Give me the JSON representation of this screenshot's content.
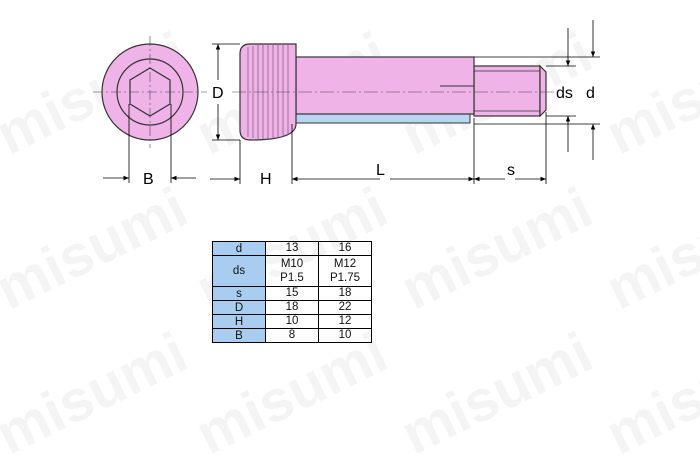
{
  "watermark": "misumi",
  "colors": {
    "part_fill": "#f0b3e8",
    "part_stroke": "#333333",
    "shadow_fill": "#b8d4f0",
    "table_header_fill": "#a9cdf0"
  },
  "labels": {
    "B": "B",
    "D": "D",
    "H": "H",
    "L": "L",
    "s": "s",
    "ds": "ds",
    "d": "d"
  },
  "table": {
    "rows": [
      {
        "header": "d",
        "values": [
          [
            "13"
          ],
          [
            "16"
          ]
        ]
      },
      {
        "header": "ds",
        "values": [
          [
            "M10",
            "P1.5"
          ],
          [
            "M12",
            "P1.75"
          ]
        ]
      },
      {
        "header": "s",
        "values": [
          [
            "15"
          ],
          [
            "18"
          ]
        ]
      },
      {
        "header": "D",
        "values": [
          [
            "18"
          ],
          [
            "22"
          ]
        ]
      },
      {
        "header": "H",
        "values": [
          [
            "10"
          ],
          [
            "12"
          ]
        ]
      },
      {
        "header": "B",
        "values": [
          [
            "8"
          ],
          [
            "10"
          ]
        ]
      }
    ]
  }
}
